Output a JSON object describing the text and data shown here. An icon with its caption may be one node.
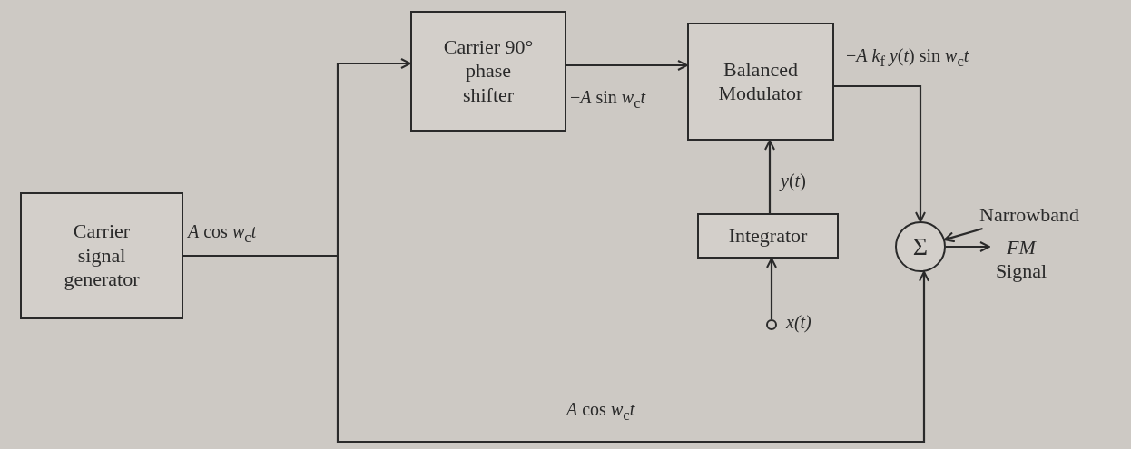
{
  "diagram": {
    "nodes": [
      {
        "text": [
          "Carrier signal generator"
        ]
      },
      {
        "text": [
          "Carrier 90° phase shifter"
        ]
      },
      {
        "text": [
          "Balanced Modulator"
        ]
      },
      {
        "text": [
          "Integrator"
        ]
      },
      {
        "text": [
          "Σ"
        ]
      },
      {
        "text": [],
        "shape": "circle",
        "beside": [
          "x(t)"
        ]
      },
      {
        "text": [
          "*FM* Signal"
        ]
      },
      {
        "text": [
          "Narrowband"
        ]
      }
    ],
    "edges": [
      {
        "from": 0,
        "to": 1,
        "arrow": "to",
        "label": "*A* cos *w*$_{c}$*t*"
      },
      {
        "from": 0,
        "to": 4,
        "arrow": "to",
        "label": "*A* cos *w*$_{c}$*t*"
      },
      {
        "from": 1,
        "to": 2,
        "arrow": "to",
        "label": "−*A* sin *w*$_{c}$*t*"
      },
      {
        "from": 2,
        "to": 4,
        "arrow": "to",
        "label": "−*A* *k*$_{f}$ *y*(*t*) sin *w*$_{c}$*t*"
      },
      {
        "from": 3,
        "to": 2,
        "arrow": "to",
        "label": "*y*(*t*)"
      },
      {
        "from": 5,
        "to": 3,
        "arrow": "to"
      },
      {
        "from": 4,
        "to": 6,
        "arrow": "to"
      },
      {
        "from": 7,
        "to": 4,
        "arrow": "to"
      }
    ]
  }
}
